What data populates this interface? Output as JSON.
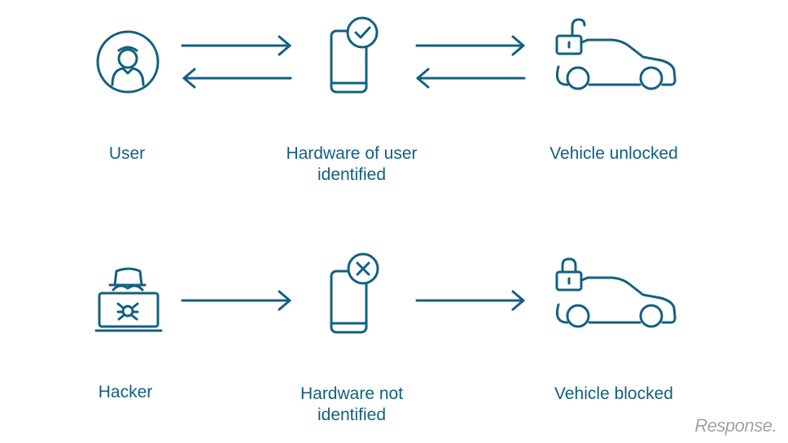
{
  "colors": {
    "stroke": "#13607f",
    "text": "#13607f",
    "watermark": "#9ea3a8"
  },
  "rows": [
    {
      "source": {
        "icon": "user-icon",
        "label": [
          "User"
        ]
      },
      "device": {
        "icon": "phone-check-icon",
        "label": [
          "Hardware of user",
          "identified"
        ]
      },
      "vehicle": {
        "icon": "car-unlocked-icon",
        "label": [
          "Vehicle unlocked"
        ]
      }
    },
    {
      "source": {
        "icon": "hacker-laptop-icon",
        "label": [
          "Hacker"
        ]
      },
      "device": {
        "icon": "phone-x-icon",
        "label": [
          "Hardware not",
          "identified"
        ]
      },
      "vehicle": {
        "icon": "car-locked-icon",
        "label": [
          "Vehicle blocked"
        ]
      }
    }
  ],
  "watermark": "Response."
}
